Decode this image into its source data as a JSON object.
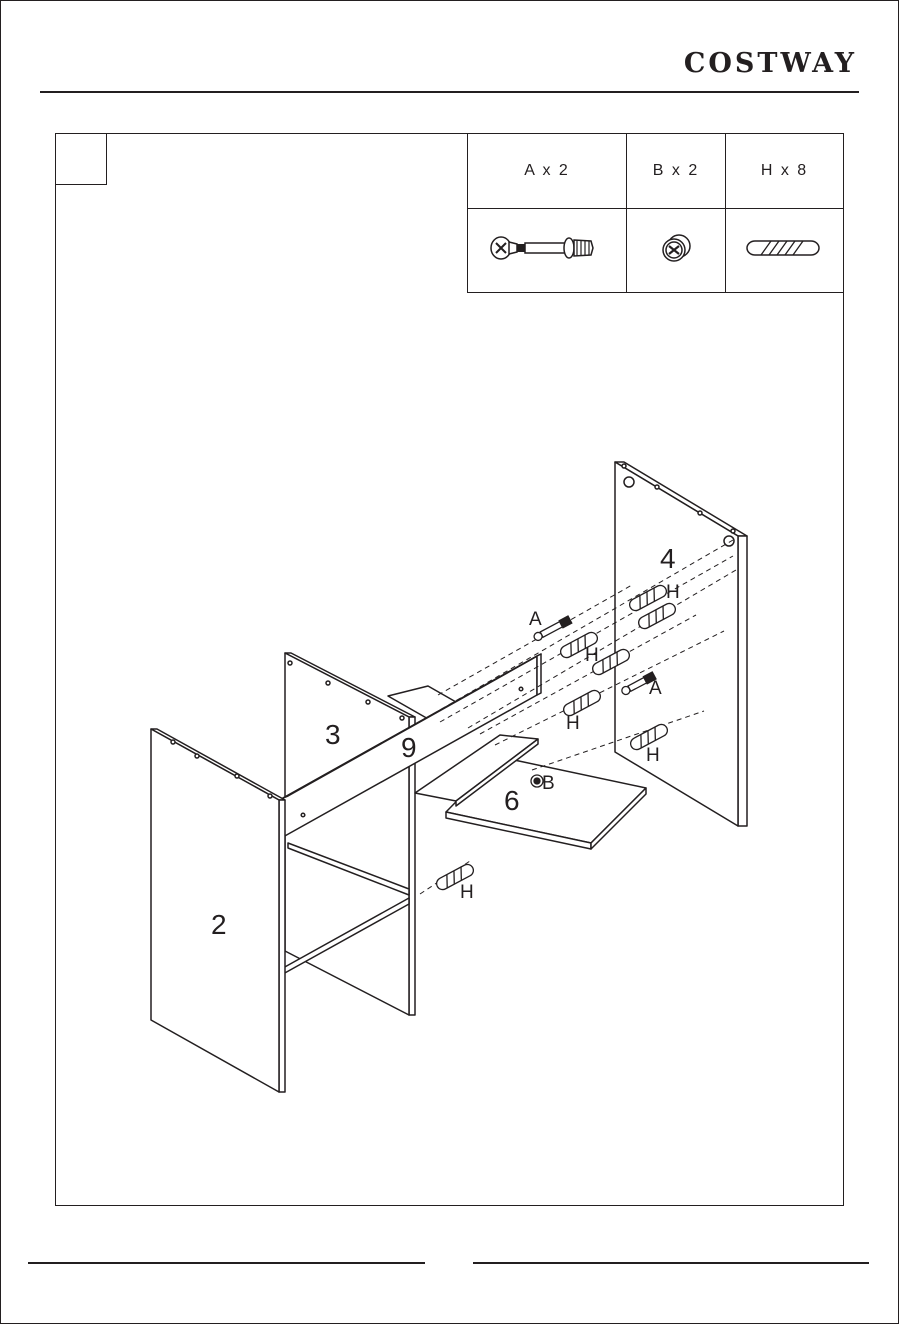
{
  "brand": {
    "logo_text": "COSTWAY"
  },
  "step": {
    "number": ""
  },
  "parts": [
    {
      "label": "A x 2",
      "icon": "cam-bolt-icon"
    },
    {
      "label": "B x 2",
      "icon": "cam-lock-icon"
    },
    {
      "label": "H x 8",
      "icon": "wooden-dowel-icon"
    }
  ],
  "diagram_labels": {
    "panel_2": "2",
    "panel_3": "3",
    "panel_4": "4",
    "panel_6": "6",
    "panel_9": "9",
    "cam_bolt": "A",
    "cam_lock": "B",
    "dowel": "H"
  }
}
